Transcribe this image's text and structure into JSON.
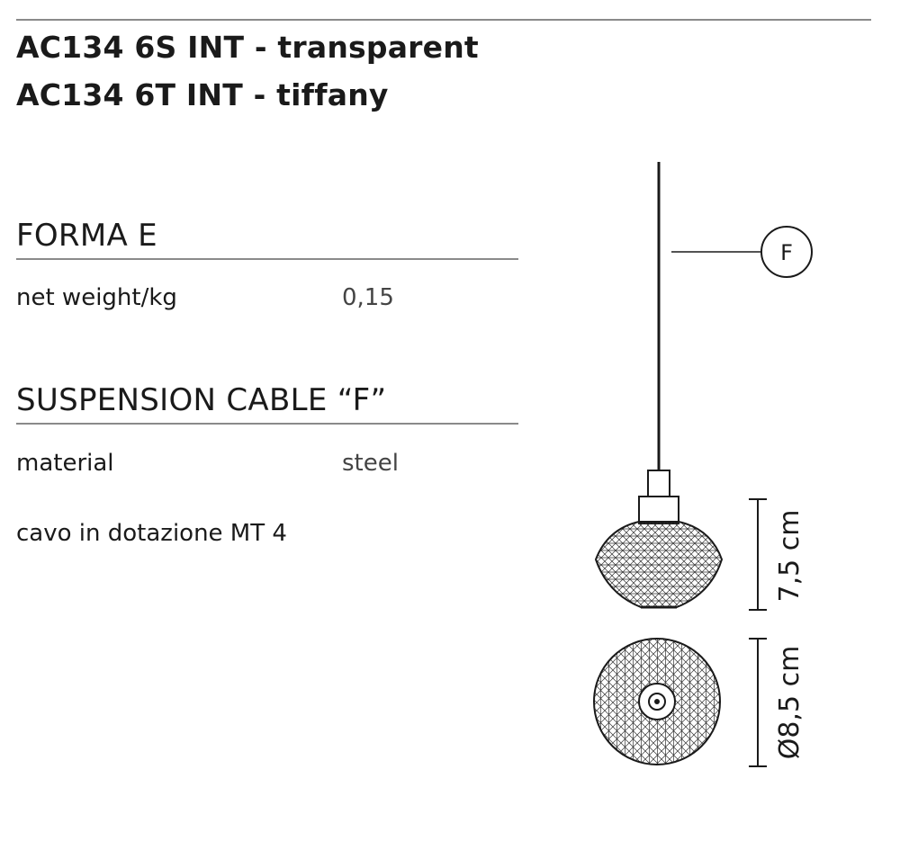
{
  "titles": {
    "line1": "AC134 6S INT - transparent",
    "line2": "AC134 6T INT - tiffany"
  },
  "section1": {
    "heading": "FORMA E",
    "rows": [
      {
        "label": "net weight/kg",
        "value": "0,15"
      }
    ]
  },
  "section2": {
    "heading": "SUSPENSION CABLE “F”",
    "rows": [
      {
        "label": "material",
        "value": "steel"
      }
    ],
    "note": "cavo in dotazione MT 4"
  },
  "drawing": {
    "cable_callout": "F",
    "height_dim": "7,5 cm",
    "diameter_dim": "Ø8,5 cm"
  }
}
